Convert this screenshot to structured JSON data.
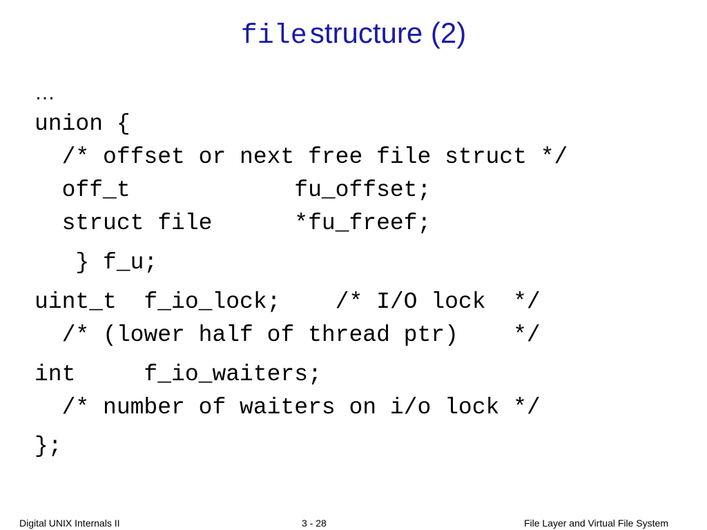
{
  "title": {
    "code": "file",
    "rest": "structure (2)"
  },
  "lines": [
    "…",
    "union {",
    "  /* offset or next free file struct */",
    "  off_t            fu_offset;",
    "  struct file      *fu_freef;",
    "   } f_u;",
    "uint_t  f_io_lock;    /* I/O lock  */",
    "  /* (lower half of thread ptr)    */",
    "int     f_io_waiters;",
    "  /* number of waiters on i/o lock */",
    "};"
  ],
  "footer": {
    "left": "Digital UNIX Internals II",
    "center": "3 - 28",
    "right": "File Layer and Virtual File System"
  },
  "colors": {
    "title": "#1a1aa6"
  }
}
